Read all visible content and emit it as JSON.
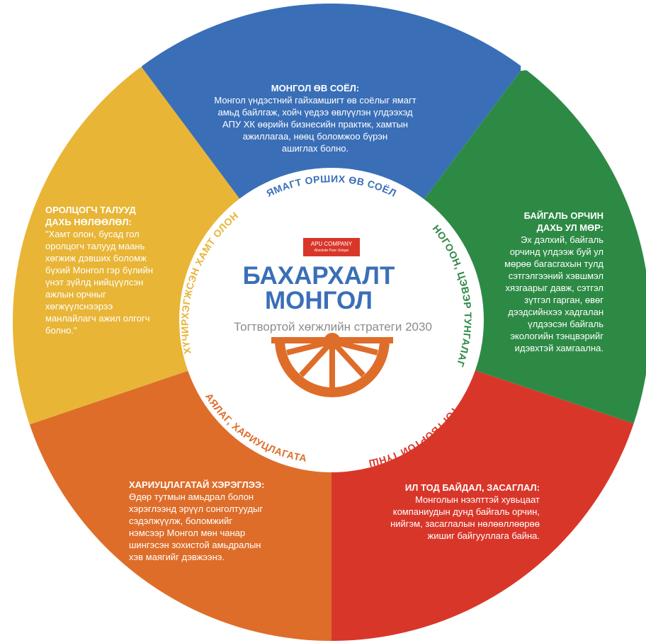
{
  "colors": {
    "blue": "#3a6fb7",
    "green": "#2d8a45",
    "red": "#d9362a",
    "orange": "#de6d2a",
    "yellow": "#e8b536",
    "center": "#ffffff",
    "logo": "#d9362a",
    "subtitle": "#8c8c8c",
    "wheel": "#de6d2a"
  },
  "logo": {
    "name": "APU COMPANY",
    "tagline": "Absolute Pure Unique"
  },
  "center": {
    "title_line1": "БАХАРХАЛТ",
    "title_line2": "МОНГОЛ",
    "subtitle": "Тогтвортой хөгжлийн стратеги 2030",
    "wheel_icon": "khaan-wheel-icon"
  },
  "ring_labels": [
    {
      "id": "top",
      "text": "ЯМАГТ ОРШИХ ӨВ СОЁЛ"
    },
    {
      "id": "right",
      "text": "НОГООН, ЦЭВЭР ТУНГАЛАГ"
    },
    {
      "id": "bottom-right",
      "text": "ТОГТВОРТОЙ ТҮНШ"
    },
    {
      "id": "bottom-left",
      "text": "БАЯЛАГ, ХАРИУЦЛАГАТАЙ"
    },
    {
      "id": "left",
      "text": "ХҮЧИРХЭГЖСЭН ХАМТ ОЛОН"
    }
  ],
  "segments": {
    "top": {
      "title": "МОНГОЛ ӨВ СОЁЛ:",
      "lines": [
        "Монгол үндэстний гайхамшигт өв соёлыг ямагт",
        "амьд байлгаж, хойч үедээ өвлүүлэн үлдээхэд",
        "АПУ ХК өөрийн бизнесийн практик, хамтын",
        "ажиллагаа, нөөц боломжоо бүрэн",
        "ашиглах болно."
      ]
    },
    "right": {
      "title_lines": [
        "БАЙГАЛЬ ОРЧИН",
        "ДАХЬ УЛ МӨР:"
      ],
      "lines": [
        "Эх дэлхий, байгаль",
        "орчинд үлдээж буй ул",
        "мөрөө багасгахын тулд",
        "сэтгэлгээний хэвшмэл",
        "хязгаарыг давж, сэтгэл",
        "зүтгэл гарган, өвөг",
        "дээдсийнхээ хадгалан",
        "үлдээсэн байгаль",
        "экологийн тэнцвэрийг",
        "идэвхтэй хамгаална."
      ]
    },
    "bottom_right": {
      "title": "ИЛ ТОД БАЙДАЛ, ЗАСАГЛАЛ:",
      "lines": [
        "Монголын нээлттэй хувьцаат",
        "компаниудын дунд байгаль орчин,",
        "нийгэм, засаглалын нөлөөллөөрөө",
        "жишиг байгууллага байна."
      ]
    },
    "bottom_left": {
      "title": "ХАРИУЦЛАГАТАЙ ХЭРЭГЛЭЭ:",
      "lines": [
        "Өдөр тутмын амьдрал болон",
        "хэрэглээнд эрүүл сонголтуудыг",
        "сэдэлжүүлж, боломжийг",
        "нэмсээр Монгол мөн чанар",
        "шингэсэн зохистой амьдралын",
        "хэв маягийг дэвжээнэ."
      ]
    },
    "left": {
      "title_lines": [
        "ОРОЛЦОГЧ ТАЛУУД",
        "ДАХЬ НӨЛӨӨЛӨЛ:"
      ],
      "lines": [
        "\"Хамт олон, бусад гол",
        "оролцогч талууд маань",
        "хөгжиж дэвших боломж",
        "бүхий Монгол гэр бүлийн",
        "үнэт зүйлд нийцүүлсэн",
        "ажлын орчныг",
        "хөгжүүлснээрээ",
        "манлайлагч ажил олгогч",
        "болно.\""
      ]
    }
  }
}
